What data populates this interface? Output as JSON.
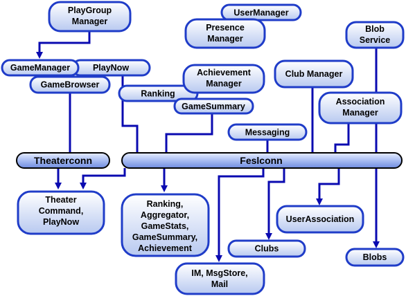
{
  "diagram": {
    "colors": {
      "connector": "#0a0ab0",
      "node_border": "#1f3cc8",
      "node_fill_light": "#ffffff",
      "node_fill_dark": "#b8c9f0",
      "bus_fill_light": "#e8eeff",
      "bus_fill_dark": "#7c97e8",
      "bus_border": "#000000"
    },
    "buses": {
      "theaterconn": "Theaterconn",
      "feslconn": "Feslconn"
    },
    "nodes": {
      "playgroup_manager": [
        "PlayGroup",
        "Manager"
      ],
      "user_manager": [
        "UserManager"
      ],
      "presence_manager": [
        "Presence",
        "Manager"
      ],
      "blob_service": [
        "Blob",
        "Service"
      ],
      "game_manager": [
        "GameManager"
      ],
      "play_now": [
        "PlayNow"
      ],
      "game_browser": [
        "GameBrowser"
      ],
      "achievement_manager": [
        "Achievement",
        "Manager"
      ],
      "club_manager": [
        "Club Manager"
      ],
      "ranking": [
        "Ranking"
      ],
      "game_summary": [
        "GameSummary"
      ],
      "association_manager": [
        "Association",
        "Manager"
      ],
      "messaging": [
        "Messaging"
      ],
      "theater_command": [
        "Theater",
        "Command,",
        "PlayNow"
      ],
      "ranking_group": [
        "Ranking,",
        "Aggregator,",
        "GameStats,",
        "GameSummary,",
        "Achievement"
      ],
      "im_msgstore_mail": [
        "IM, MsgStore,",
        "Mail"
      ],
      "user_association": [
        "UserAssociation"
      ],
      "clubs": [
        "Clubs"
      ],
      "blobs": [
        "Blobs"
      ]
    }
  }
}
